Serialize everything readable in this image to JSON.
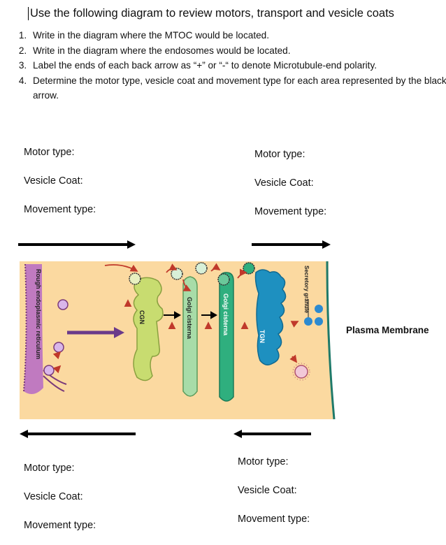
{
  "title": "Use the following diagram to review motors, transport and vesicle coats",
  "instructions": [
    "Write in the diagram where the MTOC would be located.",
    "Write in the diagram where the endosomes would be located.",
    "Label the ends of each back arrow as “+” or “-“ to denote Microtubule-end polarity.",
    "Determine the motor type, vesicle coat and movement type for each area represented by the black arrow."
  ],
  "blocks": {
    "top_left": {
      "motor": "Motor type:",
      "coat": "Vesicle Coat:",
      "movement": "Movement type:"
    },
    "top_right": {
      "motor": "Motor type:",
      "coat": "Vesicle Coat:",
      "movement": "Movement type:"
    },
    "bottom_left": {
      "motor": "Motor type:",
      "coat": "Vesicle Coat:",
      "movement": "Movement type:"
    },
    "bottom_right": {
      "motor": "Motor type:",
      "coat": "Vesicle Coat:",
      "movement": "Movement type:"
    }
  },
  "diagram_labels": {
    "rer": "Rough endoplasmic reticulum",
    "cgn": "CGN",
    "golgi_cisterna_1": "Golgi cisterna",
    "golgi_cisterna_2": "Golgi cisterna",
    "tgn": "TGN",
    "secretory_granule": "Secretory granule",
    "plasma_membrane": "Plasma Membrane"
  },
  "colors": {
    "cytoplasm": "#fbd9a0",
    "rer": "#c07ac0",
    "cgn": "#c8dc70",
    "golgi_light": "#a8dca8",
    "golgi_dark": "#2faf7e",
    "tgn": "#1e90c0",
    "granule": "#2c8ad0",
    "membrane": "#1f7a6a",
    "big_arrow": "#6a3a8a"
  }
}
